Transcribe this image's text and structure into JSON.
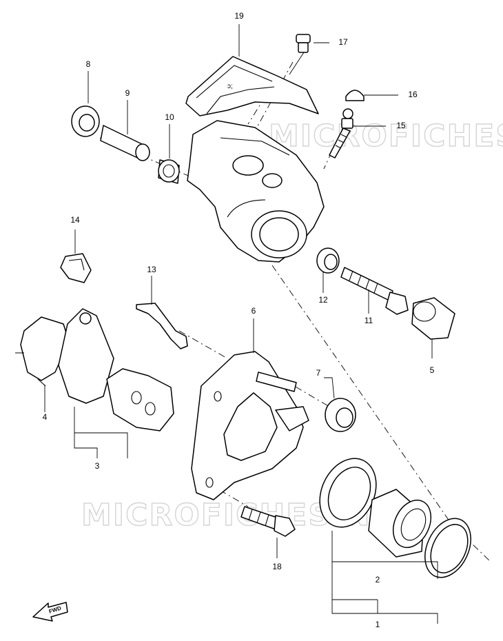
{
  "watermarks": [
    "MICROFICHES.NET",
    "MICROFICHES.NET"
  ],
  "direction_arrow": {
    "label": "FWD",
    "icon": "forward-arrow-icon"
  },
  "callouts": [
    {
      "id": "1",
      "text": "1"
    },
    {
      "id": "2",
      "text": "2"
    },
    {
      "id": "3",
      "text": "3"
    },
    {
      "id": "4",
      "text": "4"
    },
    {
      "id": "5",
      "text": "5"
    },
    {
      "id": "6",
      "text": "6"
    },
    {
      "id": "7",
      "text": "7"
    },
    {
      "id": "8",
      "text": "8"
    },
    {
      "id": "9",
      "text": "9"
    },
    {
      "id": "10",
      "text": "10"
    },
    {
      "id": "11",
      "text": "11"
    },
    {
      "id": "12",
      "text": "12"
    },
    {
      "id": "13",
      "text": "13"
    },
    {
      "id": "14",
      "text": "14"
    },
    {
      "id": "15",
      "text": "15"
    },
    {
      "id": "16",
      "text": "16"
    },
    {
      "id": "17",
      "text": "17"
    },
    {
      "id": "18",
      "text": "18"
    },
    {
      "id": "19",
      "text": "19"
    }
  ],
  "colors": {
    "line": "#000000",
    "background": "#ffffff",
    "watermark": "#d4d4d4"
  }
}
